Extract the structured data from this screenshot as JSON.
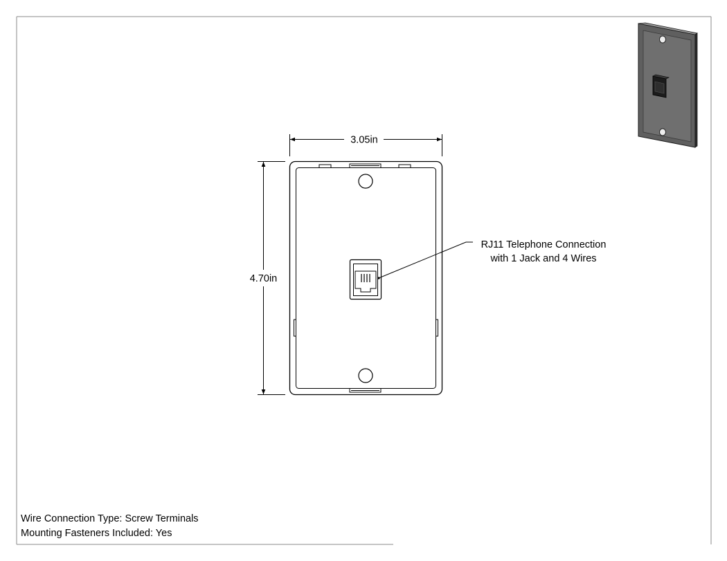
{
  "dimensions": {
    "width_label": "3.05in",
    "height_label": "4.70in"
  },
  "callout": {
    "line1": "RJ11 Telephone Connection",
    "line2": "with 1 Jack and 4 Wires"
  },
  "notes": [
    "Wire Connection Type: Screw Terminals",
    "Mounting Fasteners Included: Yes"
  ]
}
